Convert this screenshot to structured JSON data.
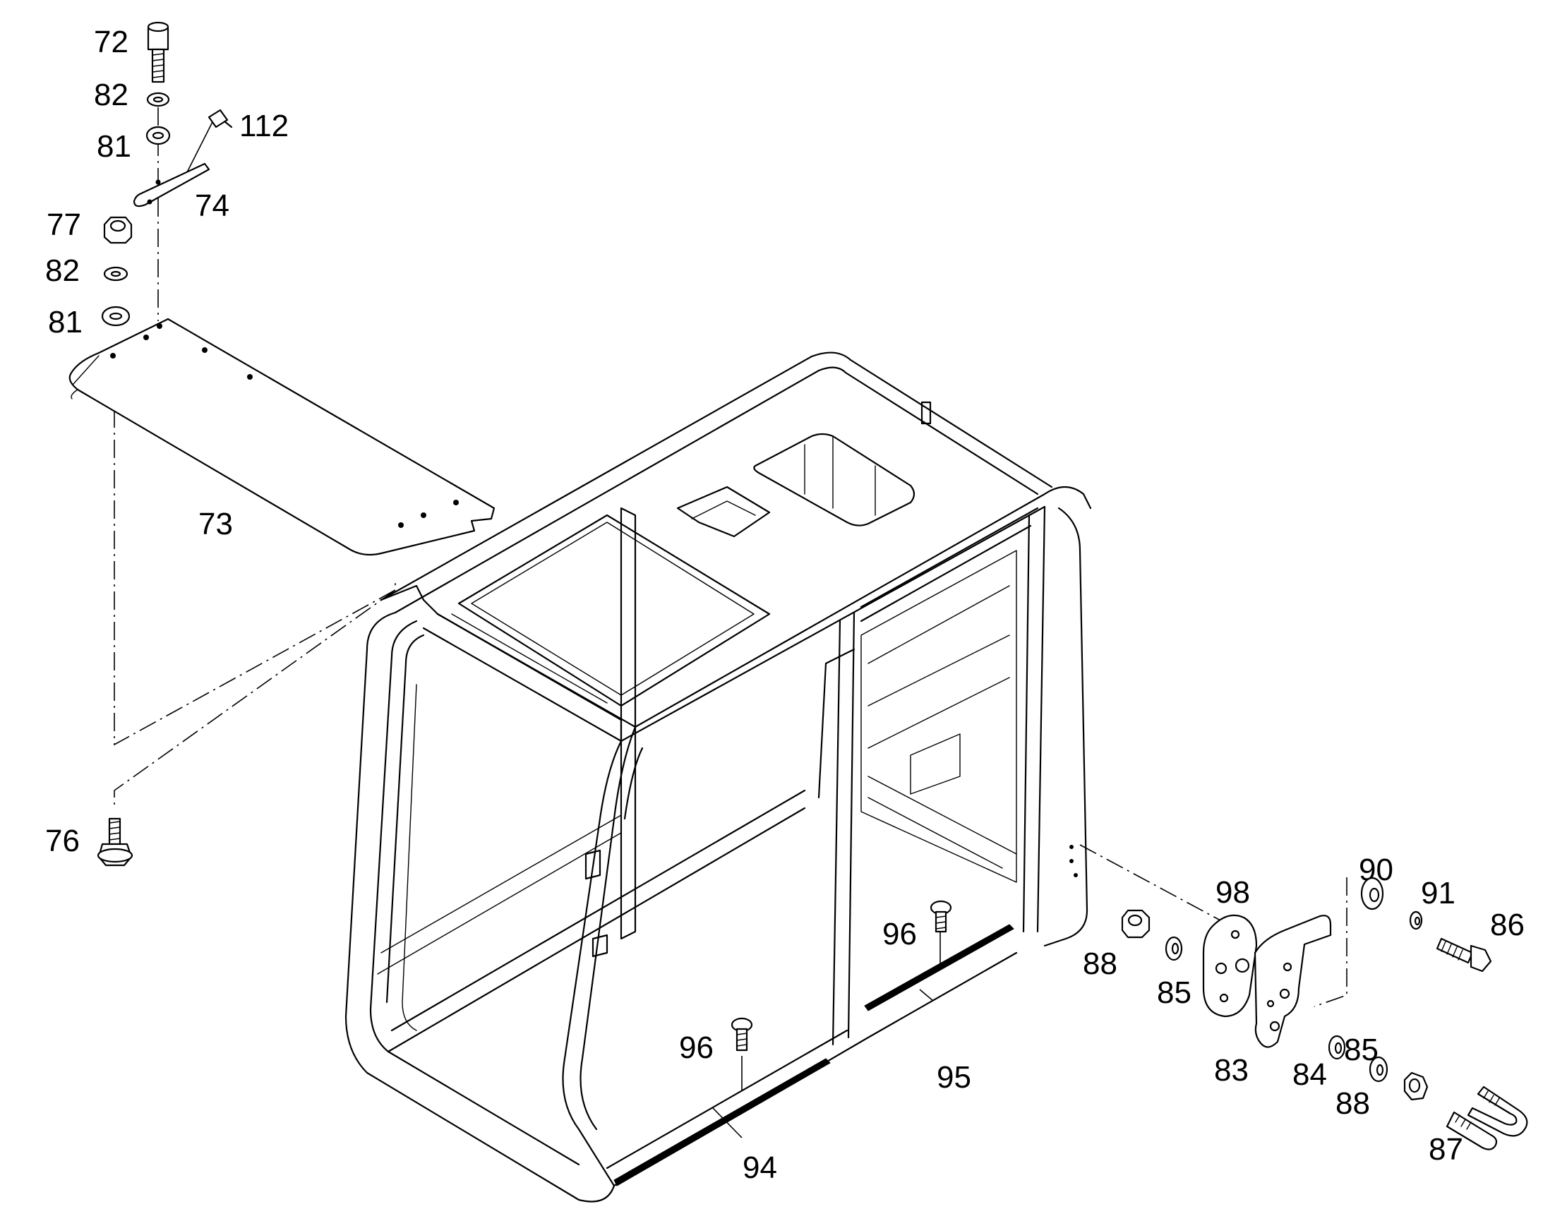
{
  "callouts": [
    {
      "id": "c72a",
      "label": "72"
    },
    {
      "id": "c82a",
      "label": "82"
    },
    {
      "id": "c81a",
      "label": "81"
    },
    {
      "id": "c112",
      "label": "112"
    },
    {
      "id": "c74",
      "label": "74"
    },
    {
      "id": "c77",
      "label": "77"
    },
    {
      "id": "c82b",
      "label": "82"
    },
    {
      "id": "c81b",
      "label": "81"
    },
    {
      "id": "c73",
      "label": "73"
    },
    {
      "id": "c76",
      "label": "76"
    },
    {
      "id": "c96a",
      "label": "96"
    },
    {
      "id": "c96b",
      "label": "96"
    },
    {
      "id": "c95",
      "label": "95"
    },
    {
      "id": "c94",
      "label": "94"
    },
    {
      "id": "c90",
      "label": "90"
    },
    {
      "id": "c98",
      "label": "98"
    },
    {
      "id": "c91",
      "label": "91"
    },
    {
      "id": "c86",
      "label": "86"
    },
    {
      "id": "c88a",
      "label": "88"
    },
    {
      "id": "c85a",
      "label": "85"
    },
    {
      "id": "c83",
      "label": "83"
    },
    {
      "id": "c84",
      "label": "84"
    },
    {
      "id": "c85b",
      "label": "85"
    },
    {
      "id": "c88b",
      "label": "88"
    },
    {
      "id": "c87",
      "label": "87"
    }
  ]
}
